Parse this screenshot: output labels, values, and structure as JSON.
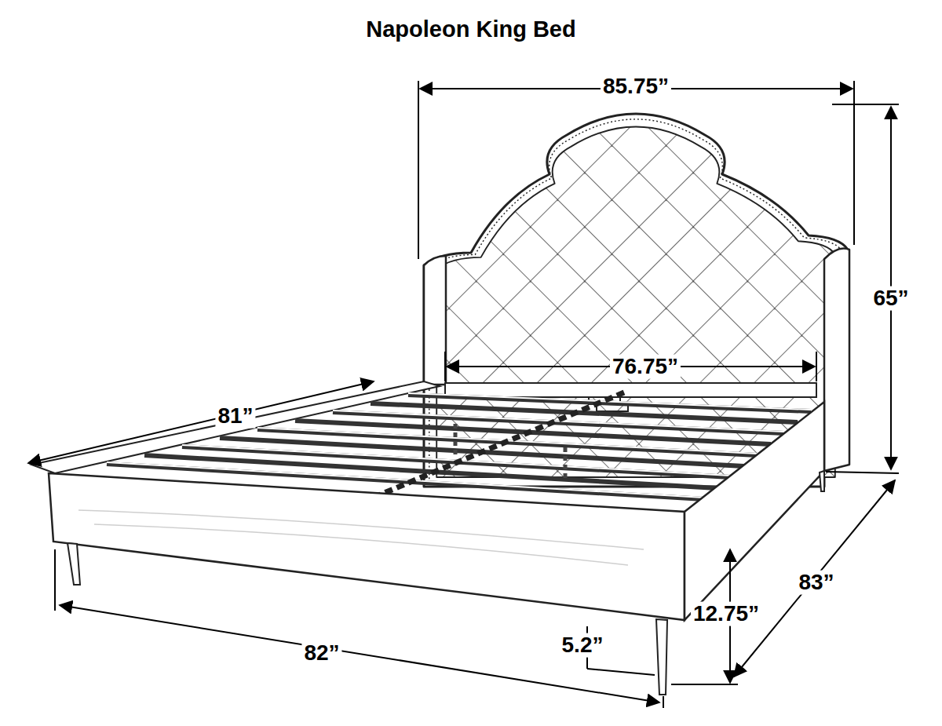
{
  "diagram": {
    "title": "Napoleon King Bed",
    "labels": [
      "85.75”",
      "65”",
      "76.75”",
      "81”",
      "83”",
      "12.75”",
      "5.2”",
      "82”"
    ]
  }
}
